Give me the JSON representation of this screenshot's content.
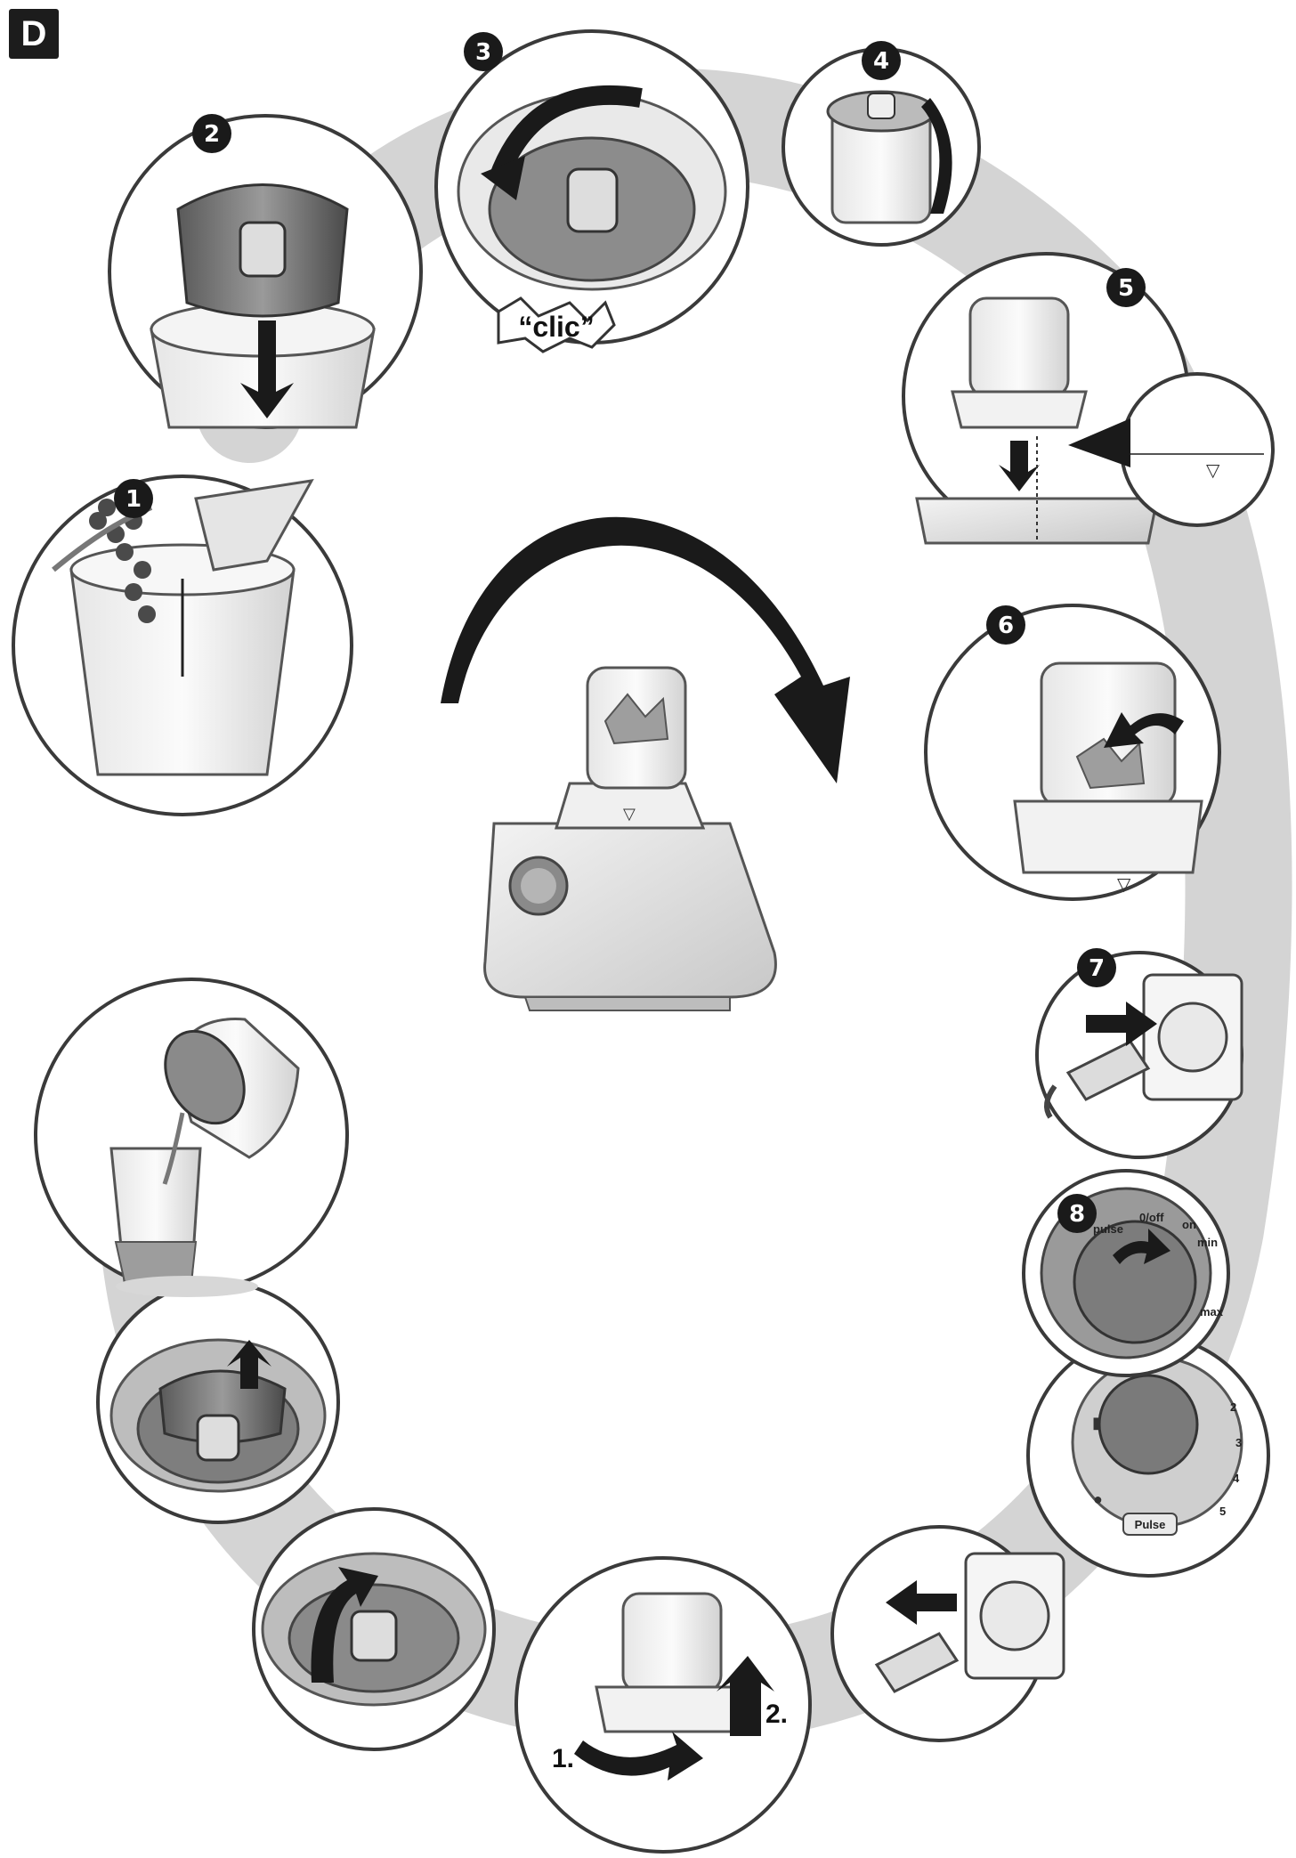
{
  "section_letter": "D",
  "steps": [
    {
      "id": 1,
      "label": "1"
    },
    {
      "id": 2,
      "label": "2"
    },
    {
      "id": 3,
      "label": "3"
    },
    {
      "id": 4,
      "label": "4"
    },
    {
      "id": 5,
      "label": "5"
    },
    {
      "id": 6,
      "label": "6"
    },
    {
      "id": 7,
      "label": "7"
    },
    {
      "id": 8,
      "label": "8"
    }
  ],
  "step3_sound": "“clic”",
  "dial_labels": {
    "off": "0/off",
    "on": "on",
    "min": "min",
    "max": "max",
    "pulse": "pulse"
  },
  "speed_labels": [
    "2",
    "3",
    "4",
    "5"
  ],
  "pulse_button": "Pulse",
  "removal_labels": {
    "first": "1.",
    "second": "2."
  },
  "colors": {
    "badge": "#1c1c1c",
    "number_circle": "#1a1a1a",
    "path": "#c9c9c9",
    "outline": "#3a3a3a"
  }
}
